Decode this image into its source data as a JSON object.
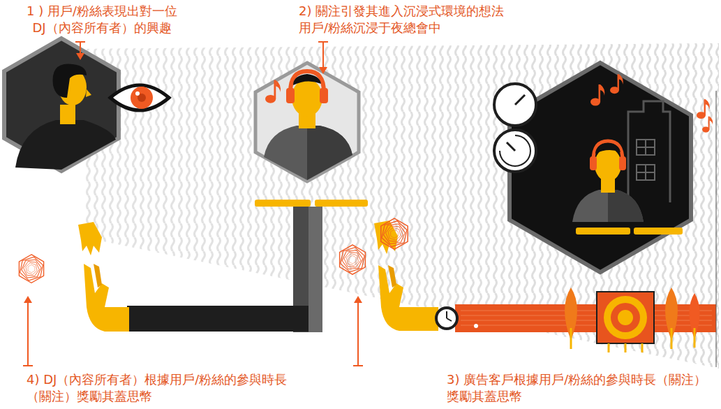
{
  "diagram": {
    "labels": [
      "1 ) 用戶/粉絲表現出對一位 DJ（內容所有者）的興趣",
      "2) 關注引發其進入沉浸式環境的想法 用戶/粉絲沉浸于夜總會中",
      "4) DJ（內容所有者）根據用戶/粉絲的參與時長（關注）獎勵其蓋思幣",
      "3) 廣告客戶根據用戶/粉絲的參與時長（關注）獎勵其蓋思幣"
    ]
  }
}
